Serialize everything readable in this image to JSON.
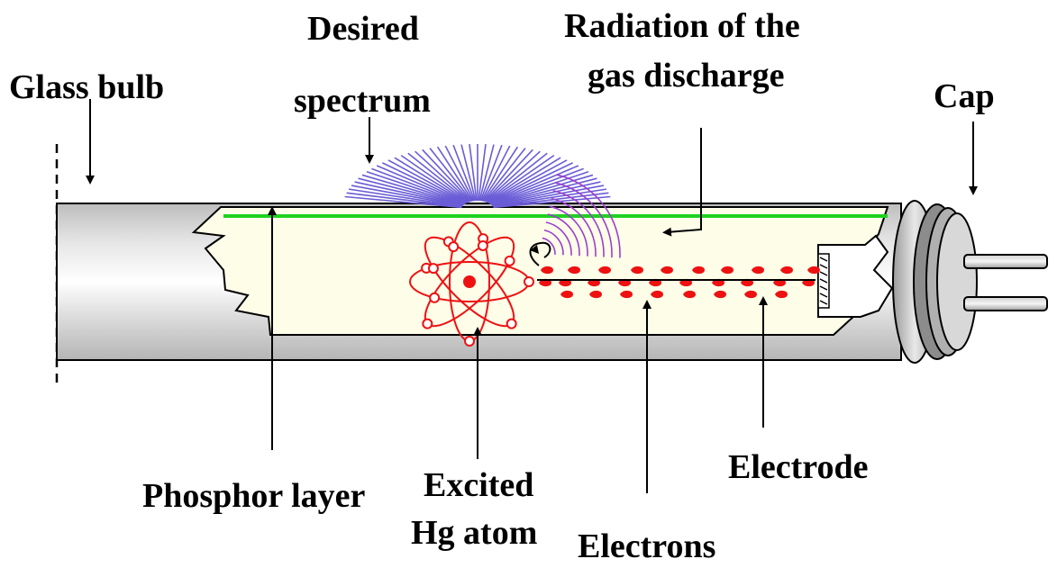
{
  "labels": {
    "glass_bulb": "Glass bulb",
    "desired_line1": "Desired",
    "desired_line2": "spectrum",
    "radiation_line1": "Radiation of the",
    "radiation_line2": "gas discharge",
    "cap": "Cap",
    "phosphor_layer": "Phosphor layer",
    "excited_line1": "Excited",
    "excited_line2": "Hg atom",
    "electrons": "Electrons",
    "electrode": "Electrode"
  },
  "colors": {
    "tube_fill": "#d6d6d6",
    "tube_interior": "#fdfde8",
    "phosphor": "#1fd21f",
    "spectrum_rays": "#6a5cd6",
    "discharge_arcs": "#9a3fd0",
    "atom": "#ee1111",
    "electrons": "#ee1111",
    "outline": "#000000"
  }
}
